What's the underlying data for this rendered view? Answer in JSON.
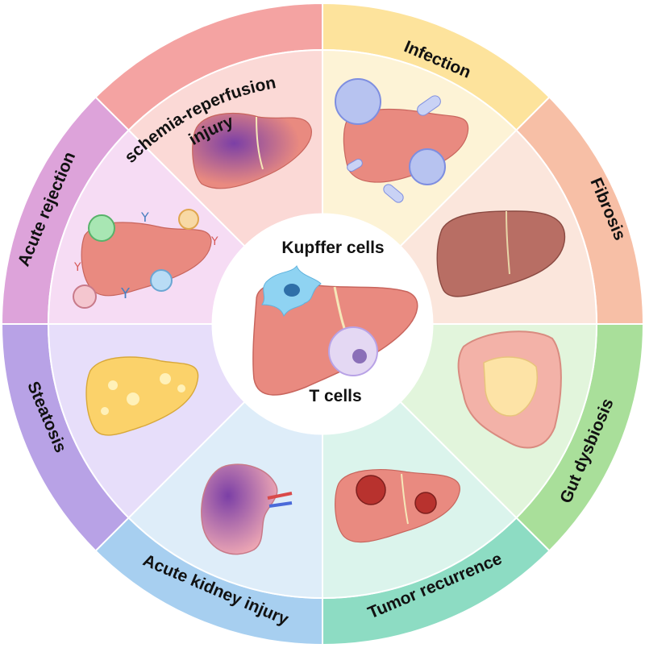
{
  "center": {
    "label_top": "Kupffer cells",
    "label_bottom": "T cells"
  },
  "segments": [
    {
      "id": "ischemia",
      "label_line1": "Ischemia-reperfusion",
      "label_line2": "injury",
      "outer": "#f4a3a2",
      "inner": "#fbd9d6"
    },
    {
      "id": "infection",
      "label_line1": "Infection",
      "label_line2": "",
      "outer": "#fde39c",
      "inner": "#fdf3d6"
    },
    {
      "id": "fibrosis",
      "label_line1": "Fibrosis",
      "label_line2": "",
      "outer": "#f7bfa6",
      "inner": "#fbe6dc"
    },
    {
      "id": "gut",
      "label_line1": "Gut dysbiosis",
      "label_line2": "",
      "outer": "#a9df9a",
      "inner": "#e2f5dc"
    },
    {
      "id": "tumor",
      "label_line1": "Tumor recurrence",
      "label_line2": "",
      "outer": "#8ddcc3",
      "inner": "#dbf4ec"
    },
    {
      "id": "kidney",
      "label_line1": "Acute kidney injury",
      "label_line2": "",
      "outer": "#a7cff0",
      "inner": "#deedf9"
    },
    {
      "id": "steatosis",
      "label_line1": "Steatosis",
      "label_line2": "",
      "outer": "#b8a2e6",
      "inner": "#e7defa"
    },
    {
      "id": "rejection",
      "label_line1": "Acute rejection",
      "label_line2": "",
      "outer": "#dda3da",
      "inner": "#f6dcf4"
    }
  ],
  "colors": {
    "liver": "#e98a80",
    "liver_edge": "#c8655d",
    "center_disc": "#ffffff",
    "ring_border": "#ffffff"
  }
}
